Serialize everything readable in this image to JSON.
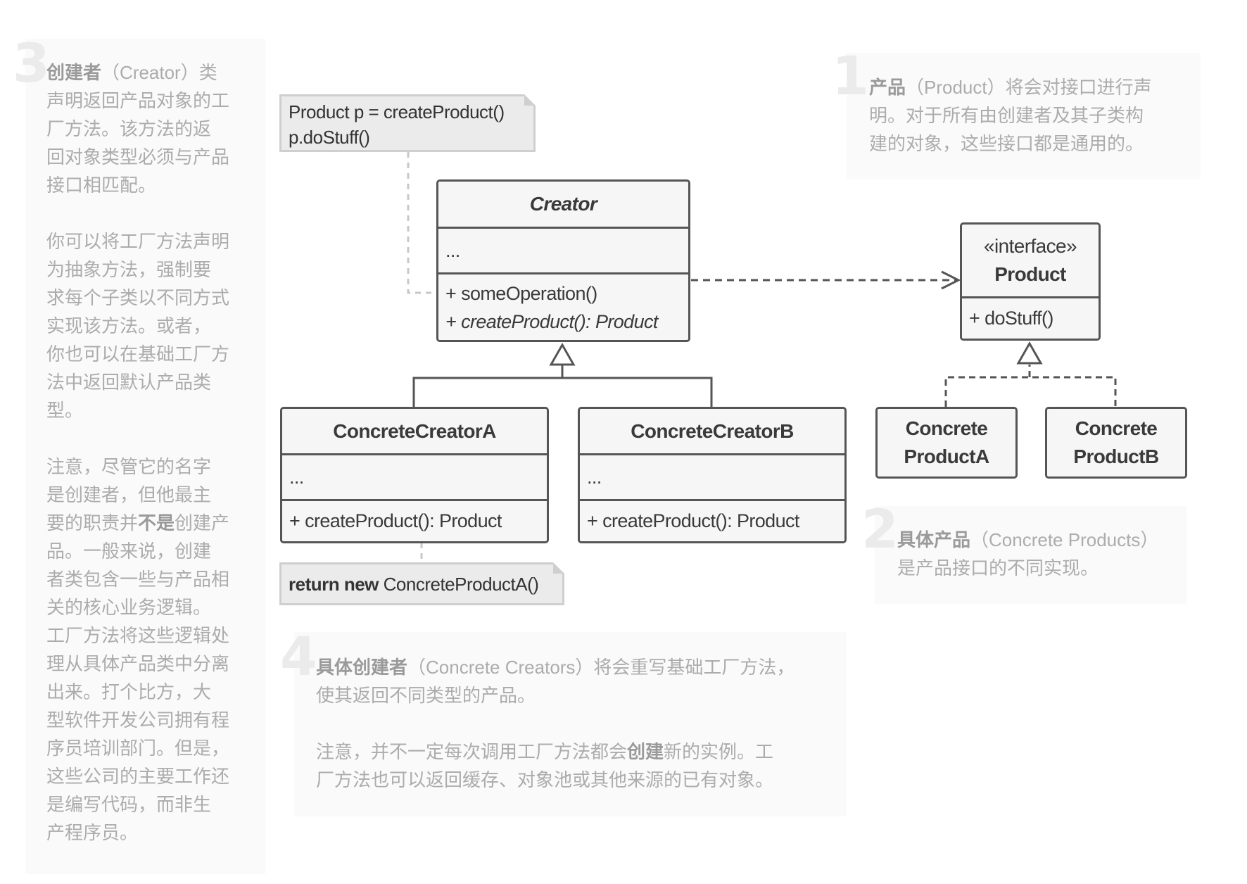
{
  "panels": {
    "creator": {
      "number": "3",
      "paragraphs": [
        [
          [
            {
              "b": "创建者"
            },
            "（Creator）类"
          ],
          [
            "声明返回产品对象的工"
          ],
          [
            "厂方法。该方法的返"
          ],
          [
            "回对象类型必须与产品"
          ],
          [
            "接口相匹配。"
          ]
        ],
        [
          [
            "你可以将工厂方法声明"
          ],
          [
            "为抽象方法，强制要"
          ],
          [
            "求每个子类以不同方式"
          ],
          [
            "实现该方法。或者，"
          ],
          [
            "你也可以在基础工厂方"
          ],
          [
            "法中返回默认产品类"
          ],
          [
            "型。"
          ]
        ],
        [
          [
            "注意，尽管它的名字"
          ],
          [
            "是创建者，但他最主"
          ],
          [
            "要的职责并",
            {
              "b": "不是"
            },
            "创建产"
          ],
          [
            "品。一般来说，创建"
          ],
          [
            "者类包含一些与产品相"
          ],
          [
            "关的核心业务逻辑。"
          ],
          [
            "工厂方法将这些逻辑处"
          ],
          [
            "理从具体产品类中分离"
          ],
          [
            "出来。打个比方，大"
          ],
          [
            "型软件开发公司拥有程"
          ],
          [
            "序员培训部门。但是，"
          ],
          [
            "这些公司的主要工作还"
          ],
          [
            "是编写代码，而非生"
          ],
          [
            "产程序员。"
          ]
        ]
      ]
    },
    "product": {
      "number": "1",
      "paragraphs": [
        [
          [
            {
              "b": "产品"
            },
            "（Product）将会对接口进行声"
          ],
          [
            "明。对于所有由创建者及其子类构"
          ],
          [
            "建的对象，这些接口都是通用的。"
          ]
        ]
      ]
    },
    "concrete_products": {
      "number": "2",
      "paragraphs": [
        [
          [
            {
              "b": "具体产品"
            },
            "（Concrete Products）"
          ],
          [
            "是产品接口的不同实现。"
          ]
        ]
      ]
    },
    "concrete_creators": {
      "number": "4",
      "paragraphs": [
        [
          [
            {
              "b": "具体创建者"
            },
            "（Concrete Creators）将会重写基础工厂方法，"
          ],
          [
            "使其返回不同类型的产品。"
          ]
        ],
        [
          [
            "注意，并不一定每次调用工厂方法都会",
            {
              "b": "创建"
            },
            "新的实例。工"
          ],
          [
            "厂方法也可以返回缓存、对象池或其他来源的已有对象。"
          ]
        ]
      ]
    }
  },
  "notes": {
    "creator_note": [
      "Product p = createProduct()",
      "p.doStuff()"
    ],
    "cca_note": {
      "keyword": "return new",
      "text": " ConcreteProductA()"
    }
  },
  "classes": {
    "creator": {
      "name": "Creator",
      "fields": "...",
      "methods": [
        "+ someOperation()",
        "+ createProduct(): Product"
      ]
    },
    "product": {
      "stereotype": "«interface»",
      "name": "Product",
      "methods": [
        "+ doStuff()"
      ]
    },
    "cca": {
      "name": "ConcreteCreatorA",
      "fields": "...",
      "methods": [
        "+ createProduct(): Product"
      ]
    },
    "ccb": {
      "name": "ConcreteCreatorB",
      "fields": "...",
      "methods": [
        "+ createProduct(): Product"
      ]
    },
    "cpa": {
      "name": [
        "Concrete",
        "ProductA"
      ]
    },
    "cpb": {
      "name": [
        "Concrete",
        "ProductB"
      ]
    }
  },
  "colors": {
    "stroke": "#555555",
    "note_border": "#cfcfcf",
    "panel_bg": "#fafafa",
    "text": "#acacac"
  }
}
